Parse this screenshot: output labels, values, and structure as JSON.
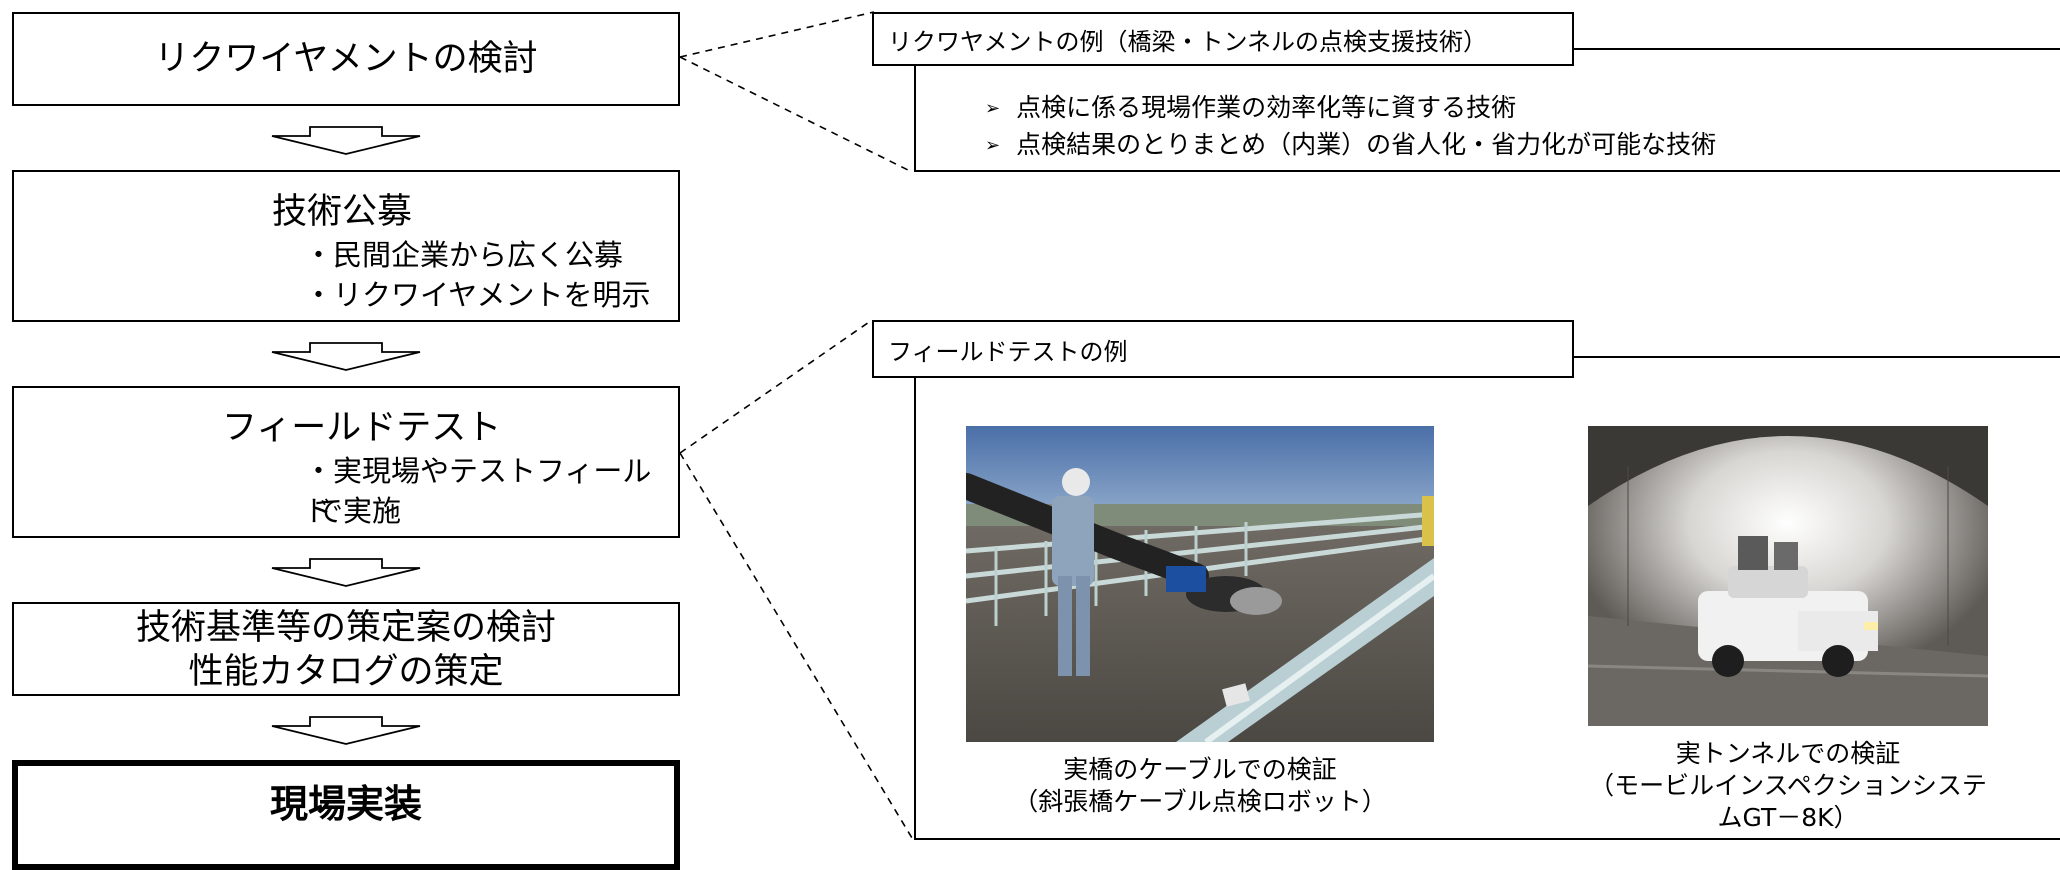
{
  "flow": {
    "step1": {
      "title": "リクワイヤメントの検討"
    },
    "step2": {
      "title": "技術公募",
      "bullets": [
        "・民間企業から広く公募",
        "・リクワイヤメントを明示"
      ]
    },
    "step3": {
      "title": "フィールドテスト",
      "bullet_line1": "・実現場やテストフィールド",
      "bullet_line2": "で実施"
    },
    "step4": {
      "line1": "技術基準等の策定案の検討",
      "line2": "性能カタログの策定"
    },
    "step5": {
      "title": "現場実装"
    }
  },
  "panel_requirements": {
    "tab_label": "リクワヤメントの例（橋梁・トンネルの点検支援技術）",
    "bullet_glyph": "➢",
    "bullets": [
      "点検に係る現場作業の効率化等に資する技術",
      "点検結果のとりまとめ（内業）の省人化・省力化が可能な技術"
    ]
  },
  "panel_fieldtest": {
    "tab_label": "フィールドテストの例",
    "photos": [
      {
        "caption_line1": "実橋のケーブルでの検証",
        "caption_line2": "（斜張橋ケーブル点検ロボット）",
        "caption_line3": ""
      },
      {
        "caption_line1": "実トンネルでの検証",
        "caption_line2": "（モービルインスペクションシステ",
        "caption_line3": "ムGT－8K）"
      }
    ]
  },
  "colors": {
    "line": "#000000",
    "background": "#ffffff"
  }
}
